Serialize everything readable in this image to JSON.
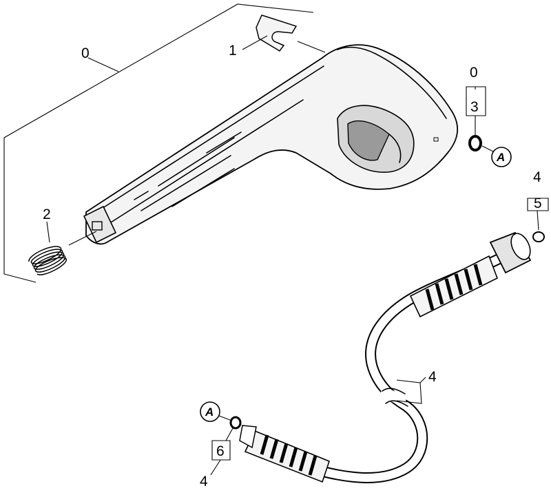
{
  "callouts": {
    "c0": "0",
    "c1": "1",
    "c2": "2",
    "c3_top": "0",
    "c3_num": "3",
    "c5_top": "4",
    "c5_num": "5",
    "c4_hose": "4",
    "c6_num": "6",
    "c6_bottom": "4",
    "a_right": "A",
    "a_left": "A"
  }
}
